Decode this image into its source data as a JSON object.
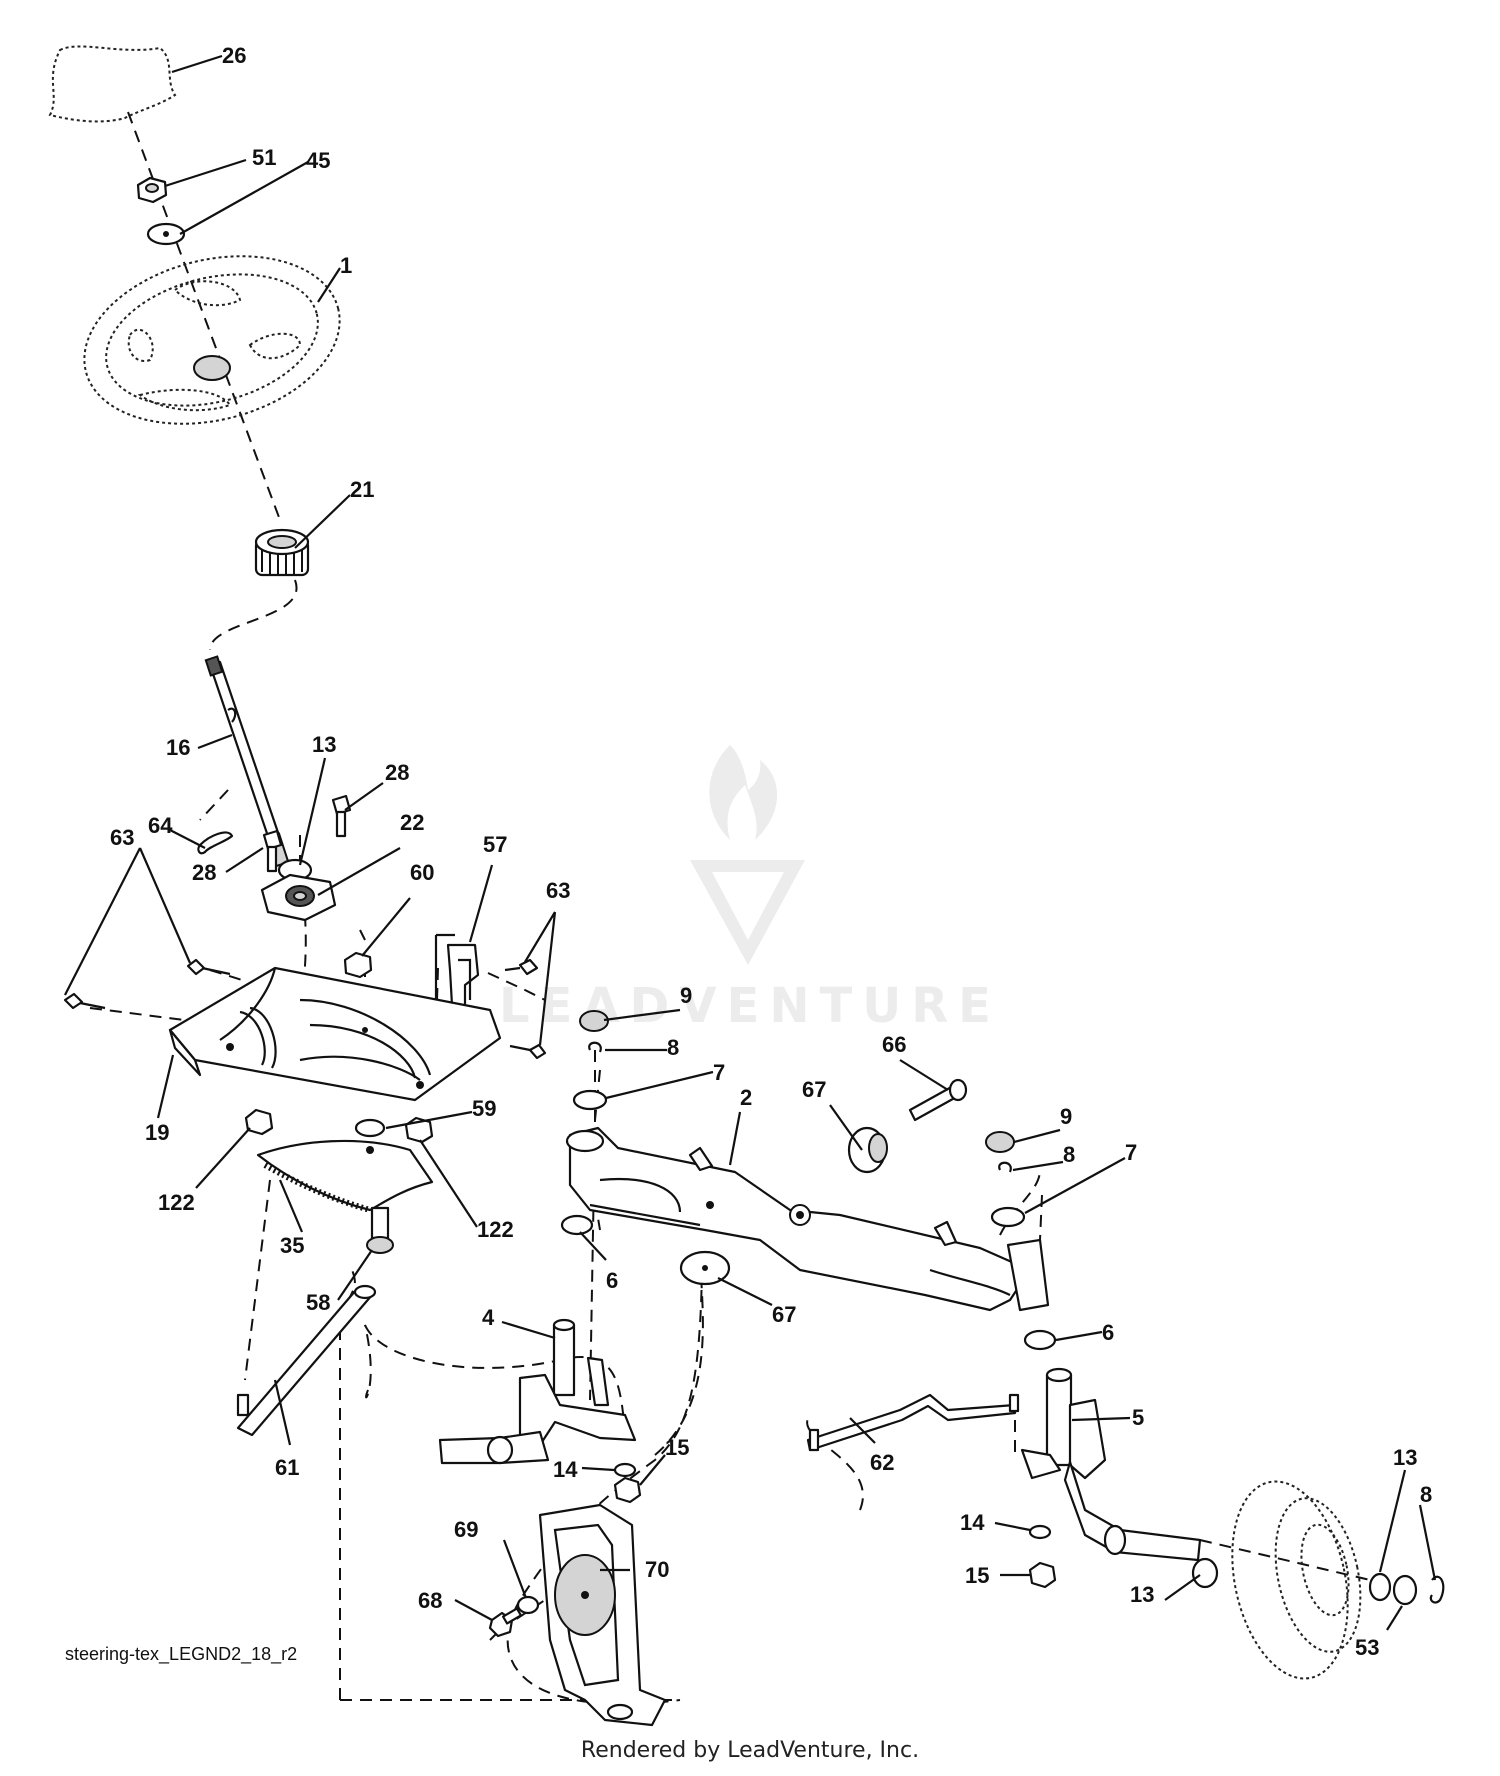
{
  "diagram": {
    "drawing_id": "steering-tex_LEGND2_18_r2",
    "footer": "Rendered by LeadVenture, Inc.",
    "watermark": "LEADVENTURE",
    "callouts": [
      {
        "id": "c26",
        "label": "26"
      },
      {
        "id": "c51",
        "label": "51"
      },
      {
        "id": "c45",
        "label": "45"
      },
      {
        "id": "c1",
        "label": "1"
      },
      {
        "id": "c21",
        "label": "21"
      },
      {
        "id": "c16",
        "label": "16"
      },
      {
        "id": "c13a",
        "label": "13"
      },
      {
        "id": "c28a",
        "label": "28"
      },
      {
        "id": "c64",
        "label": "64"
      },
      {
        "id": "c22",
        "label": "22"
      },
      {
        "id": "c63a",
        "label": "63"
      },
      {
        "id": "c28b",
        "label": "28"
      },
      {
        "id": "c60",
        "label": "60"
      },
      {
        "id": "c57",
        "label": "57"
      },
      {
        "id": "c63b",
        "label": "63"
      },
      {
        "id": "c19",
        "label": "19"
      },
      {
        "id": "c59",
        "label": "59"
      },
      {
        "id": "c122a",
        "label": "122"
      },
      {
        "id": "c122b",
        "label": "122"
      },
      {
        "id": "c35",
        "label": "35"
      },
      {
        "id": "c58",
        "label": "58"
      },
      {
        "id": "c61",
        "label": "61"
      },
      {
        "id": "c9a",
        "label": "9"
      },
      {
        "id": "c8a",
        "label": "8"
      },
      {
        "id": "c7a",
        "label": "7"
      },
      {
        "id": "c66",
        "label": "66"
      },
      {
        "id": "c2",
        "label": "2"
      },
      {
        "id": "c67a",
        "label": "67"
      },
      {
        "id": "c9b",
        "label": "9"
      },
      {
        "id": "c8b",
        "label": "8"
      },
      {
        "id": "c7b",
        "label": "7"
      },
      {
        "id": "c6a",
        "label": "6"
      },
      {
        "id": "c67b",
        "label": "67"
      },
      {
        "id": "c6b",
        "label": "6"
      },
      {
        "id": "c4",
        "label": "4"
      },
      {
        "id": "c5",
        "label": "5"
      },
      {
        "id": "c62",
        "label": "62"
      },
      {
        "id": "c14a",
        "label": "14"
      },
      {
        "id": "c15a",
        "label": "15"
      },
      {
        "id": "c69",
        "label": "69"
      },
      {
        "id": "c70",
        "label": "70"
      },
      {
        "id": "c68",
        "label": "68"
      },
      {
        "id": "c14b",
        "label": "14"
      },
      {
        "id": "c15b",
        "label": "15"
      },
      {
        "id": "c13b",
        "label": "13"
      },
      {
        "id": "c13c",
        "label": "13"
      },
      {
        "id": "c8c",
        "label": "8"
      },
      {
        "id": "c53",
        "label": "53"
      }
    ]
  }
}
